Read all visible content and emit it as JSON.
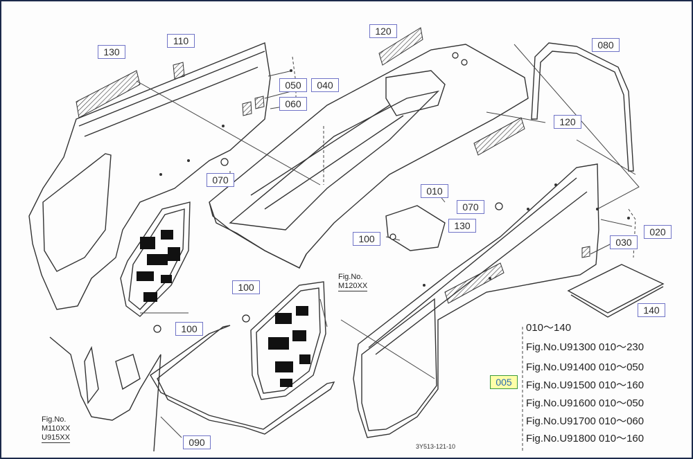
{
  "callouts": {
    "c130_top": "130",
    "c110": "110",
    "c120_top": "120",
    "c080": "080",
    "c050": "050",
    "c040": "040",
    "c060": "060",
    "c120_right": "120",
    "c070_left": "070",
    "c010": "010",
    "c070_mid": "070",
    "c130_mid": "130",
    "c020": "020",
    "c100_mid": "100",
    "c030": "030",
    "c100_lower": "100",
    "c100_left": "100",
    "c140": "140",
    "c005": "005",
    "c090": "090"
  },
  "notes": {
    "fig_m120_line1": "Fig.No.",
    "fig_m120_line2": "M120XX",
    "fig_m110_line1": "Fig.No.",
    "fig_m110_line2": "M110XX",
    "fig_m110_line3": "U915XX",
    "drawing_code": "3Y513-121-10"
  },
  "legend": {
    "range_all": "010～140",
    "rows": [
      "Fig.No.U91300  010～230",
      "Fig.No.U91400  010～050",
      "Fig.No.U91500  010～160",
      "Fig.No.U91600  010～050",
      "Fig.No.U91700  010～060",
      "Fig.No.U91800  010～160"
    ]
  },
  "colors": {
    "callout_border": "#6f73c6",
    "selected_fill": "#ffffa8",
    "selected_border": "#3a9a3a",
    "line": "#333333"
  }
}
